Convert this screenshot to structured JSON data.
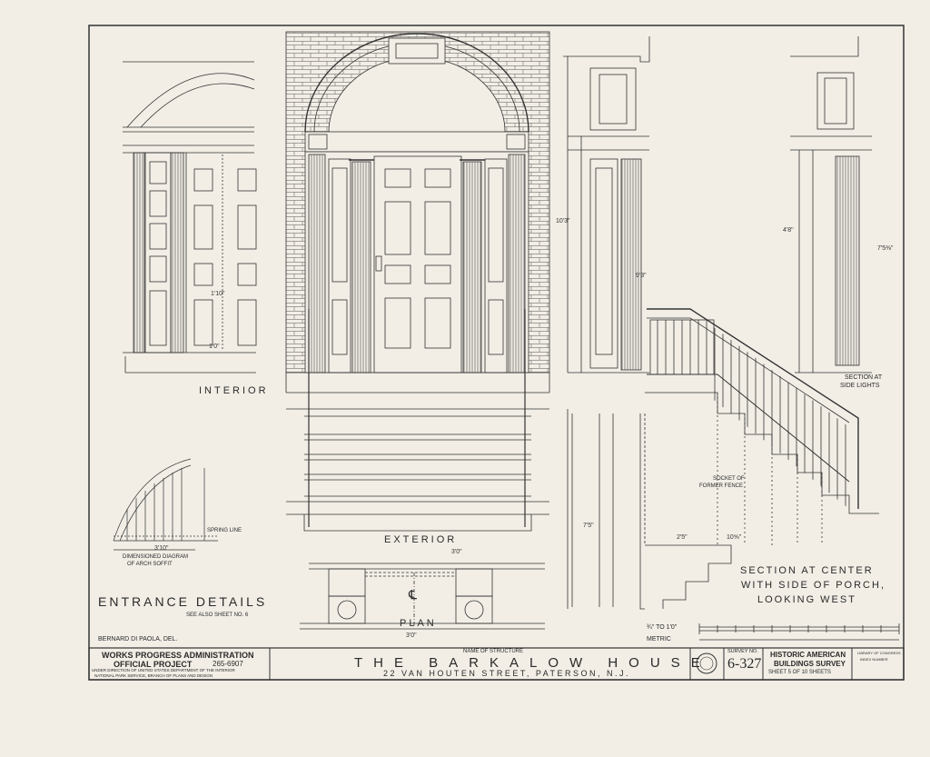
{
  "drawing": {
    "label_interior": "INTERIOR",
    "label_exterior": "EXTERIOR",
    "label_plan": "PLAN",
    "label_entrance_details": "ENTRANCE DETAILS",
    "label_see_also": "SEE ALSO SHEET NO. 6",
    "label_diagram_line1": "DIMENSIONED DIAGRAM",
    "label_diagram_line2": "OF ARCH SOFFIT",
    "label_spring_line": "SPRING LINE",
    "label_section_side_line1": "SECTION AT",
    "label_section_side_line2": "SIDE LIGHTS",
    "label_section_center_line1": "SECTION AT CENTER",
    "label_section_center_line2": "WITH SIDE OF PORCH,",
    "label_section_center_line3": "LOOKING WEST",
    "label_socket_line1": "SOCKET OF",
    "label_socket_line2": "FORMER FENCE",
    "label_centerline": "℄",
    "draftsman": "BERNARD DI PAOLA, DEL.",
    "scale_imperial": "¾\" TO 1'0\"",
    "scale_metric": "METRIC",
    "dims": {
      "d1": "1'0\"",
      "d2": "3'10\"",
      "d3": "1'10\"",
      "d4": "3'0\"",
      "d5": "10'3\"",
      "d6": "7'5\"",
      "d7": "9'3\"",
      "d8": "2'5\"",
      "d9": "10⅝\"",
      "d10": "4'8\"",
      "d11": "3'0\"",
      "d12": "7'5⅜\""
    }
  },
  "title_block": {
    "wpa_line1": "WORKS PROGRESS ADMINISTRATION",
    "wpa_line2": "OFFICIAL PROJECT",
    "wpa_project_no": "265-6907",
    "wpa_line3": "UNDER DIRECTION OF UNITED STATES DEPARTMENT OF THE INTERIOR",
    "wpa_line4": "NATIONAL PARK SERVICE, BRANCH OF PLANS AND DESIGN",
    "name_caption": "NAME OF STRUCTURE",
    "structure_name": "THE BARKALOW HOUSE",
    "structure_address": "22 VAN HOUTEN STREET, PATERSON, N.J.",
    "survey_caption": "SURVEY NO.",
    "survey_no": "6-327",
    "habs_line1": "HISTORIC AMERICAN",
    "habs_line2": "BUILDINGS SURVEY",
    "sheet_info": "SHEET 5 OF 10 SHEETS",
    "library_line1": "LIBRARY OF CONGRESS",
    "library_line2": "INDEX NUMBER"
  },
  "colors": {
    "paper": "#f2eee6",
    "ink": "#2a2a2a"
  }
}
